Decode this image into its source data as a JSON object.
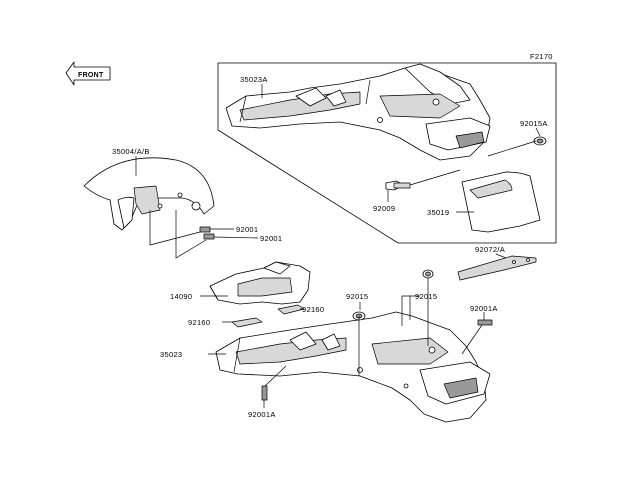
{
  "figure_code": "F2170",
  "front_label": "FRONT",
  "labels": {
    "p35023A": "35023A",
    "p92015A": "92015A",
    "p92009": "92009",
    "p35019": "35019",
    "p35004": "35004/A/B",
    "p92001_a": "92001",
    "p92001_b": "92001",
    "p92072": "92072/A",
    "p14090": "14090",
    "p92015_l": "92015",
    "p92015_r": "92015",
    "p92160_a": "92160",
    "p92160_b": "92160",
    "p92001A_r": "92001A",
    "p35023": "35023",
    "p92001A_b": "92001A"
  }
}
